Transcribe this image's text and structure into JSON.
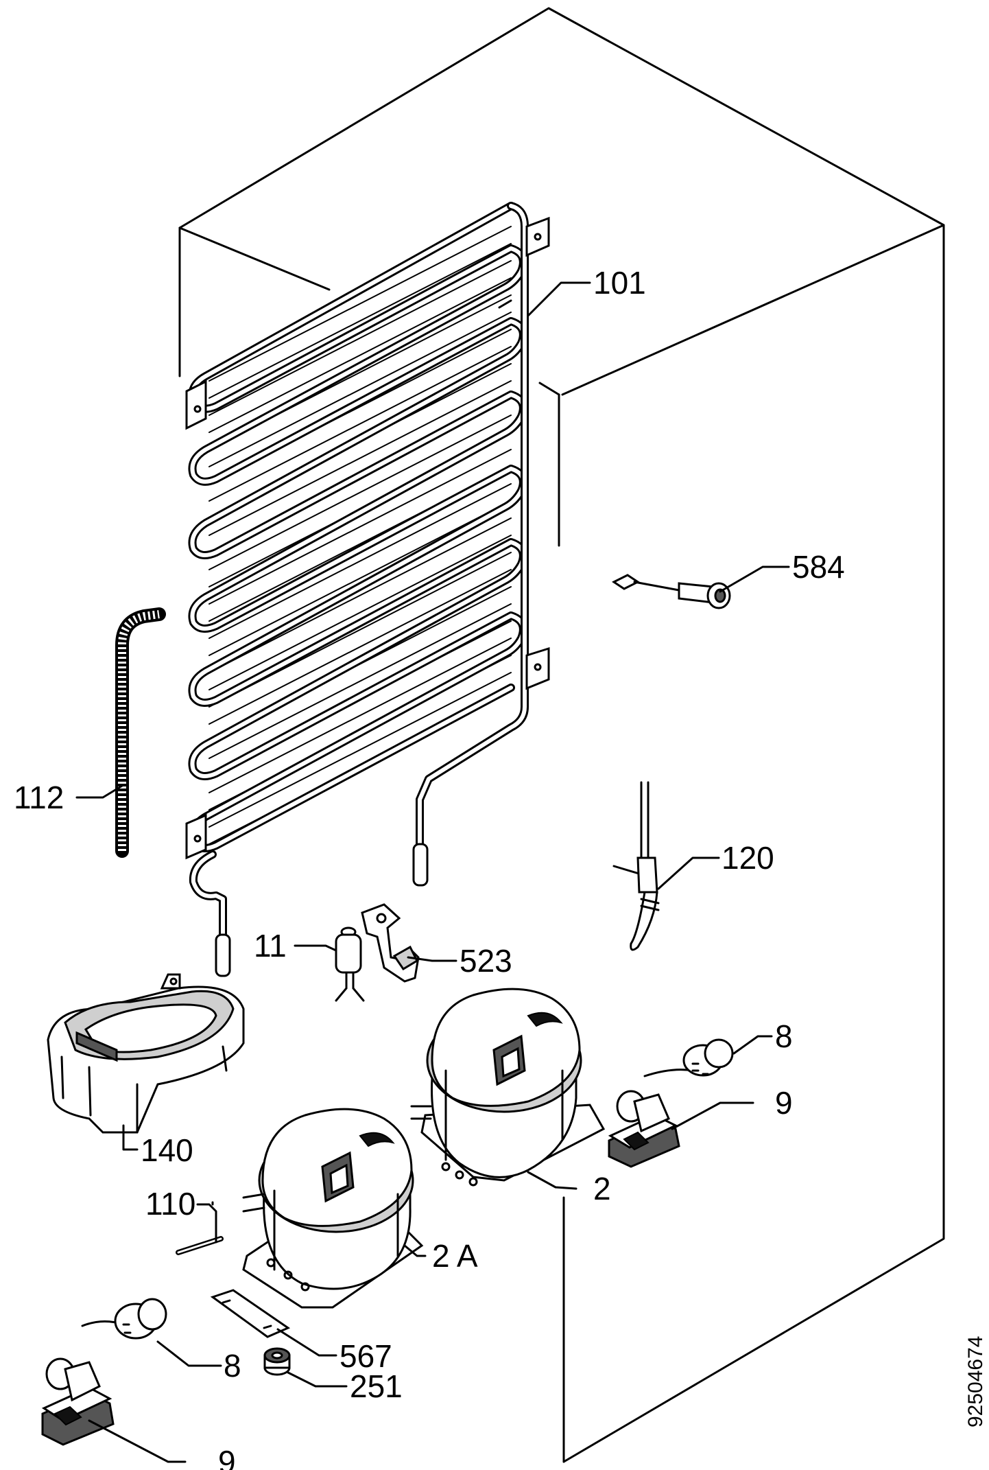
{
  "document_number": "92504674",
  "parts": {
    "condenser": "101",
    "drain_tube": "112",
    "defrost_heater": "120",
    "dryer_filter": "11",
    "dryer_clip": "523",
    "evaporating_tray": "140",
    "compressor": "2",
    "compressor_alt": "2 A",
    "process_tube": "110",
    "mounting_plate": "567",
    "grommet": "251",
    "overload_relay_right": "8",
    "relay_cover_right": "9",
    "overload_relay_left": "8",
    "relay_cover_left": "9",
    "thermostat_sensor": "584"
  }
}
